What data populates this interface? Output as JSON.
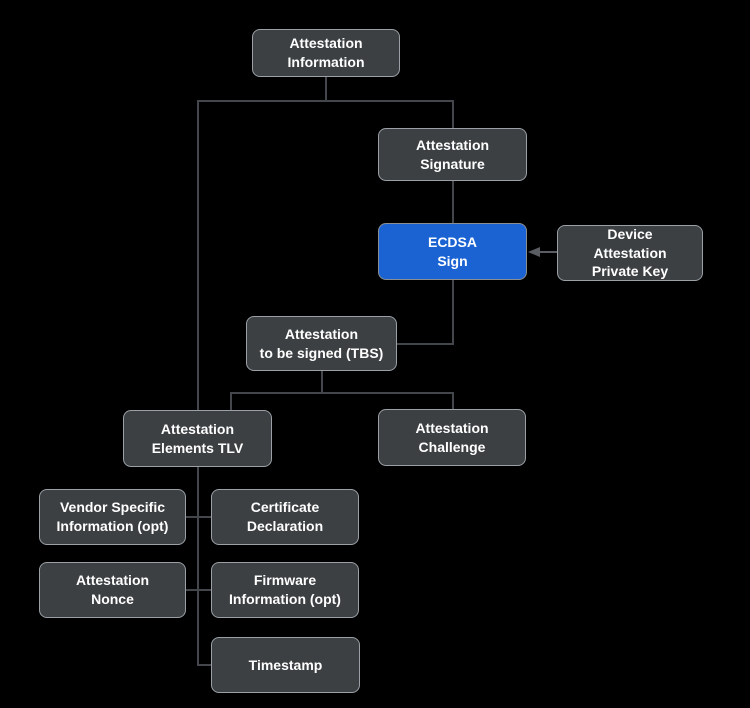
{
  "diagram": {
    "colors": {
      "background": "#000000",
      "node_fill": "#3c4043",
      "node_border": "#9aa0a6",
      "highlight_fill": "#1b63d2",
      "connector": "#43474b",
      "arrow": "#5a5e63",
      "text": "#ffffff"
    },
    "nodes": {
      "attestation_information": {
        "label": "Attestation\nInformation"
      },
      "attestation_signature": {
        "label": "Attestation\nSignature"
      },
      "ecdsa_sign": {
        "label": "ECDSA\nSign",
        "highlighted": true
      },
      "device_attestation_private_key": {
        "label": "Device\nAttestation\nPrivate Key"
      },
      "attestation_tbs": {
        "label": "Attestation\nto be signed (TBS)"
      },
      "attestation_elements_tlv": {
        "label": "Attestation\nElements TLV"
      },
      "attestation_challenge": {
        "label": "Attestation\nChallenge"
      },
      "vendor_specific_information": {
        "label": "Vendor Specific\nInformation (opt)"
      },
      "certificate_declaration": {
        "label": "Certificate\nDeclaration"
      },
      "attestation_nonce": {
        "label": "Attestation\nNonce"
      },
      "firmware_information": {
        "label": "Firmware\nInformation (opt)"
      },
      "timestamp": {
        "label": "Timestamp"
      }
    },
    "edges": [
      {
        "from": "attestation_information",
        "to": "attestation_signature"
      },
      {
        "from": "attestation_information",
        "to": "attestation_elements_tlv"
      },
      {
        "from": "attestation_signature",
        "to": "ecdsa_sign"
      },
      {
        "from": "device_attestation_private_key",
        "to": "ecdsa_sign",
        "arrow": true
      },
      {
        "from": "ecdsa_sign",
        "to": "attestation_tbs"
      },
      {
        "from": "attestation_tbs",
        "to": "attestation_elements_tlv"
      },
      {
        "from": "attestation_tbs",
        "to": "attestation_challenge"
      },
      {
        "from": "attestation_elements_tlv",
        "to": "vendor_specific_information"
      },
      {
        "from": "attestation_elements_tlv",
        "to": "certificate_declaration"
      },
      {
        "from": "attestation_elements_tlv",
        "to": "attestation_nonce"
      },
      {
        "from": "attestation_elements_tlv",
        "to": "firmware_information"
      },
      {
        "from": "attestation_elements_tlv",
        "to": "timestamp"
      }
    ]
  }
}
